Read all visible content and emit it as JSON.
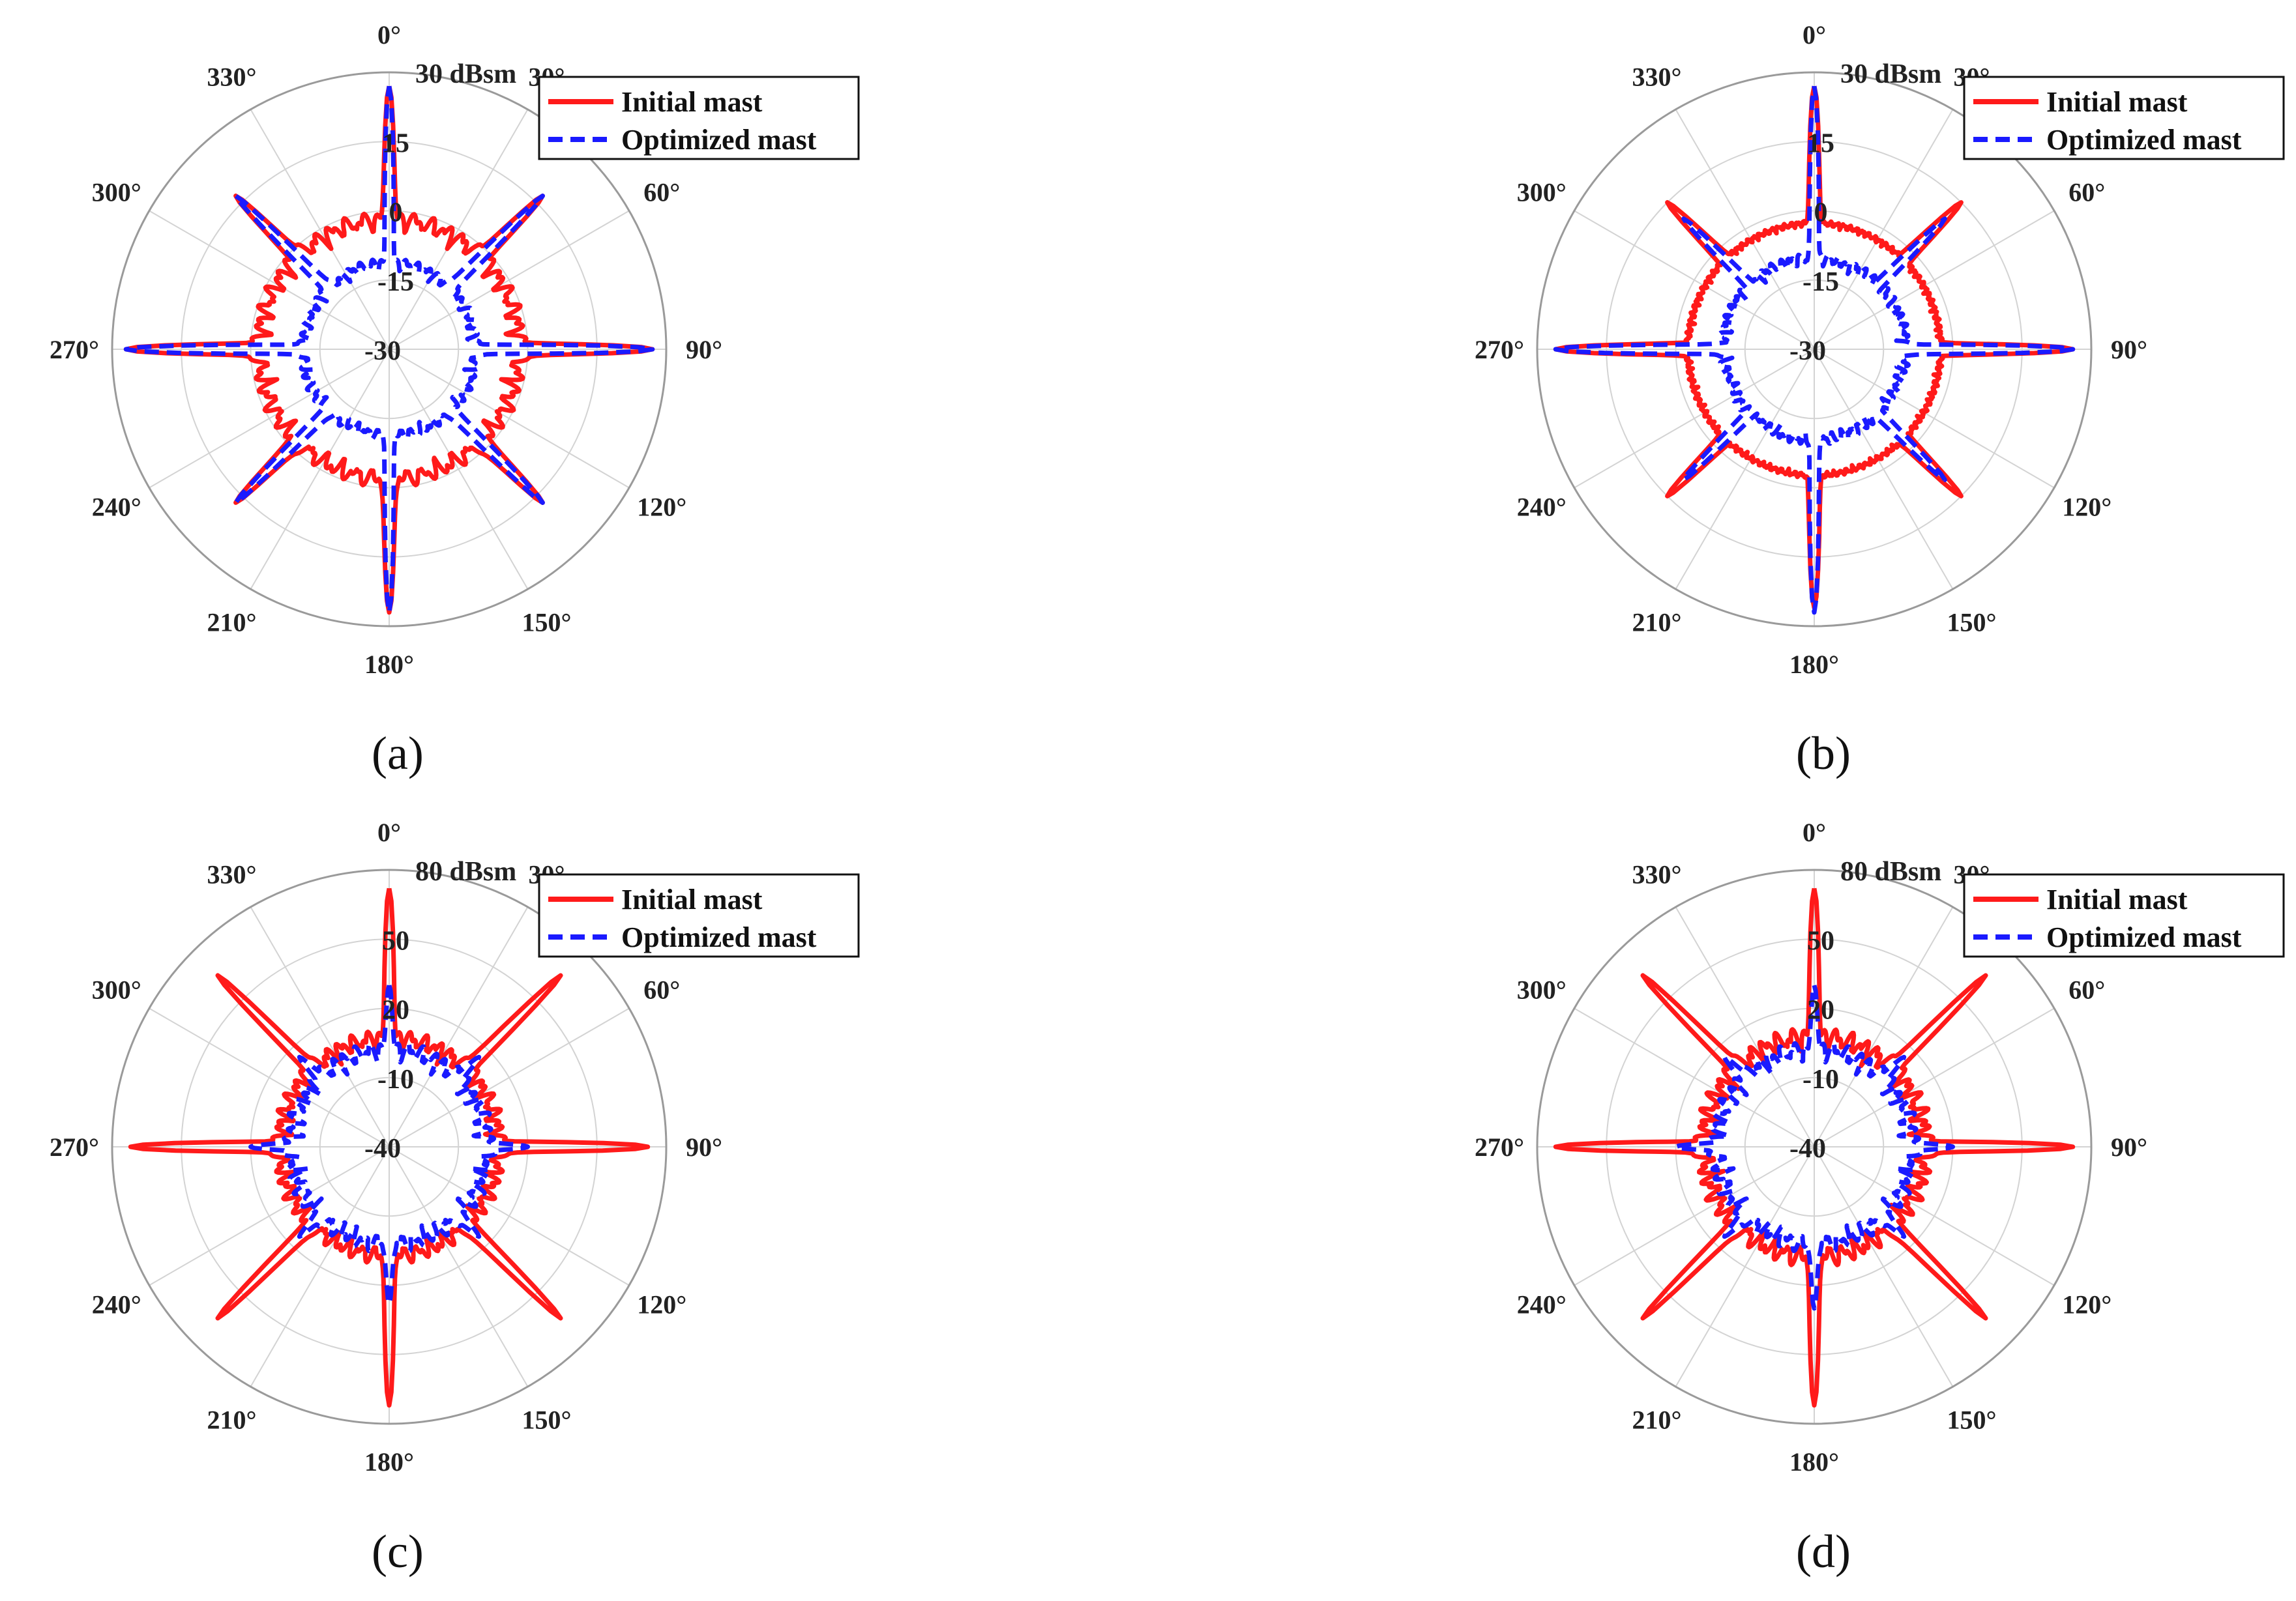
{
  "colors": {
    "initial": "#ff1a1a",
    "optimized": "#1a1aff",
    "grid": "#d3d3d3",
    "outer_circle": "#9a9a9a",
    "text": "#222222"
  },
  "chart_data": [
    {
      "type": "polar_line",
      "caption": "(a)",
      "angle_ticks": [
        "0°",
        "30°",
        "60°",
        "90°",
        "120°",
        "150°",
        "180°",
        "210°",
        "240°",
        "270°",
        "300°",
        "330°"
      ],
      "radial_ticks": [
        "-30",
        "-15",
        "0",
        "15",
        "30 dBsm"
      ],
      "rlim": [
        -30,
        30
      ],
      "grid": true,
      "legend_position": "top-right",
      "series": [
        {
          "name": "Initial mast",
          "style": "solid",
          "color": "#ff1a1a",
          "spikes": [
            {
              "angle": 0,
              "peak": 27
            },
            {
              "angle": 45,
              "peak": 17
            },
            {
              "angle": 90,
              "peak": 27
            },
            {
              "angle": 135,
              "peak": 17
            },
            {
              "angle": 180,
              "peak": 27
            },
            {
              "angle": 225,
              "peak": 17
            },
            {
              "angle": 270,
              "peak": 27
            },
            {
              "angle": 315,
              "peak": 17
            }
          ],
          "baseline_db": -3,
          "lobe_amplitude_db": 5,
          "lobe_count": 48
        },
        {
          "name": "Optimized mast",
          "style": "dashed",
          "color": "#1a1aff",
          "spikes": [
            {
              "angle": 0,
              "peak": 27
            },
            {
              "angle": 45,
              "peak": 17
            },
            {
              "angle": 90,
              "peak": 27
            },
            {
              "angle": 135,
              "peak": 17
            },
            {
              "angle": 180,
              "peak": 27
            },
            {
              "angle": 225,
              "peak": 17
            },
            {
              "angle": 270,
              "peak": 27
            },
            {
              "angle": 315,
              "peak": 17
            }
          ],
          "baseline_db": -12,
          "lobe_amplitude_db": 3,
          "lobe_count": 48
        }
      ]
    },
    {
      "type": "polar_line",
      "caption": "(b)",
      "angle_ticks": [
        "0°",
        "30°",
        "60°",
        "90°",
        "120°",
        "150°",
        "180°",
        "210°",
        "240°",
        "270°",
        "300°",
        "330°"
      ],
      "radial_ticks": [
        "-30",
        "-15",
        "0",
        "15",
        "30 dBsm"
      ],
      "rlim": [
        -30,
        30
      ],
      "grid": true,
      "legend_position": "top-right",
      "series": [
        {
          "name": "Initial mast",
          "style": "solid",
          "color": "#ff1a1a",
          "spikes": [
            {
              "angle": 0,
              "peak": 27
            },
            {
              "angle": 45,
              "peak": 15
            },
            {
              "angle": 90,
              "peak": 26
            },
            {
              "angle": 135,
              "peak": 15
            },
            {
              "angle": 180,
              "peak": 26
            },
            {
              "angle": 225,
              "peak": 15
            },
            {
              "angle": 270,
              "peak": 26
            },
            {
              "angle": 315,
              "peak": 15
            }
          ],
          "baseline_db": -3,
          "lobe_amplitude_db": 1.5,
          "lobe_count": 120
        },
        {
          "name": "Optimized mast",
          "style": "dashed",
          "color": "#1a1aff",
          "spikes": [
            {
              "angle": 0,
              "peak": 27
            },
            {
              "angle": 45,
              "peak": 10
            },
            {
              "angle": 90,
              "peak": 26
            },
            {
              "angle": 135,
              "peak": 10
            },
            {
              "angle": 180,
              "peak": 27
            },
            {
              "angle": 225,
              "peak": 10
            },
            {
              "angle": 270,
              "peak": 26
            },
            {
              "angle": 315,
              "peak": 10
            }
          ],
          "baseline_db": -11,
          "lobe_amplitude_db": 3,
          "lobe_count": 60
        }
      ]
    },
    {
      "type": "polar_line",
      "caption": "(c)",
      "angle_ticks": [
        "0°",
        "30°",
        "60°",
        "90°",
        "120°",
        "150°",
        "180°",
        "210°",
        "240°",
        "270°",
        "300°",
        "330°"
      ],
      "radial_ticks": [
        "-40",
        "-10",
        "20",
        "50",
        "80 dBsm"
      ],
      "rlim": [
        -40,
        80
      ],
      "grid": true,
      "legend_position": "top-right",
      "series": [
        {
          "name": "Initial mast",
          "style": "solid",
          "color": "#ff1a1a",
          "spikes": [
            {
              "angle": 0,
              "peak": 72
            },
            {
              "angle": 45,
              "peak": 65
            },
            {
              "angle": 90,
              "peak": 72
            },
            {
              "angle": 135,
              "peak": 65
            },
            {
              "angle": 180,
              "peak": 72
            },
            {
              "angle": 225,
              "peak": 65
            },
            {
              "angle": 270,
              "peak": 72
            },
            {
              "angle": 315,
              "peak": 65
            }
          ],
          "baseline_db": 5,
          "lobe_amplitude_db": 10,
          "lobe_count": 48
        },
        {
          "name": "Optimized mast",
          "style": "dashed",
          "color": "#1a1aff",
          "spikes": [
            {
              "angle": 0,
              "peak": 30
            },
            {
              "angle": 45,
              "peak": 15
            },
            {
              "angle": 90,
              "peak": 20
            },
            {
              "angle": 135,
              "peak": 15
            },
            {
              "angle": 180,
              "peak": 28
            },
            {
              "angle": 225,
              "peak": 15
            },
            {
              "angle": 270,
              "peak": 20
            },
            {
              "angle": 315,
              "peak": 15
            }
          ],
          "baseline_db": 0,
          "lobe_amplitude_db": 10,
          "lobe_count": 48
        }
      ]
    },
    {
      "type": "polar_line",
      "caption": "(d)",
      "angle_ticks": [
        "0°",
        "30°",
        "60°",
        "90°",
        "120°",
        "150°",
        "180°",
        "210°",
        "240°",
        "270°",
        "300°",
        "330°"
      ],
      "radial_ticks": [
        "-40",
        "-10",
        "20",
        "50",
        "80 dBsm"
      ],
      "rlim": [
        -40,
        80
      ],
      "grid": true,
      "legend_position": "top-right",
      "series": [
        {
          "name": "Initial mast",
          "style": "solid",
          "color": "#ff1a1a",
          "spikes": [
            {
              "angle": 0,
              "peak": 72
            },
            {
              "angle": 45,
              "peak": 65
            },
            {
              "angle": 90,
              "peak": 72
            },
            {
              "angle": 135,
              "peak": 65
            },
            {
              "angle": 180,
              "peak": 72
            },
            {
              "angle": 225,
              "peak": 65
            },
            {
              "angle": 270,
              "peak": 72
            },
            {
              "angle": 315,
              "peak": 65
            }
          ],
          "baseline_db": 5,
          "lobe_amplitude_db": 12,
          "lobe_count": 48
        },
        {
          "name": "Optimized mast",
          "style": "dashed",
          "color": "#1a1aff",
          "spikes": [
            {
              "angle": 0,
              "peak": 30
            },
            {
              "angle": 45,
              "peak": 15
            },
            {
              "angle": 90,
              "peak": 20
            },
            {
              "angle": 135,
              "peak": 15
            },
            {
              "angle": 180,
              "peak": 30
            },
            {
              "angle": 225,
              "peak": 15
            },
            {
              "angle": 270,
              "peak": 20
            },
            {
              "angle": 315,
              "peak": 15
            }
          ],
          "baseline_db": 0,
          "lobe_amplitude_db": 10,
          "lobe_count": 48
        }
      ]
    }
  ]
}
